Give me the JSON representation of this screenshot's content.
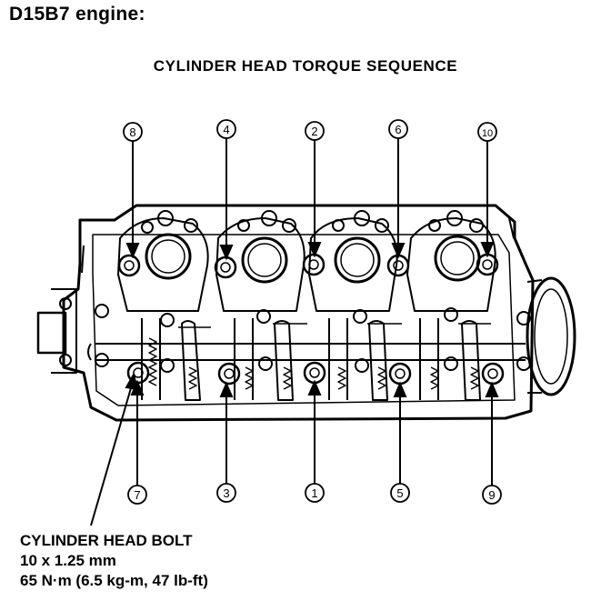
{
  "header": {
    "engine_label": "D15B7 engine:",
    "diagram_title": "CYLINDER HEAD TORQUE SEQUENCE"
  },
  "torque_sequence": {
    "top_row": [
      "8",
      "4",
      "2",
      "6",
      "10"
    ],
    "bottom_row": [
      "7",
      "3",
      "1",
      "5",
      "9"
    ]
  },
  "bolt_spec": {
    "name": "CYLINDER HEAD BOLT",
    "size": "10 x 1.25 mm",
    "torque": "65 N·m (6.5 kg-m, 47 lb-ft)"
  }
}
